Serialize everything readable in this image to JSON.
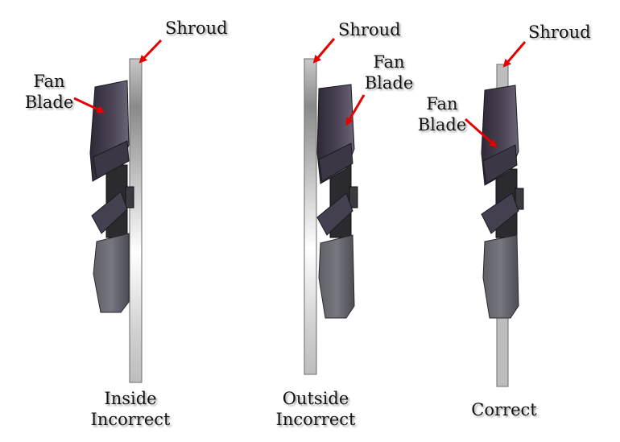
{
  "colors": {
    "arrow": "#e60000",
    "shroud_fill": "#bdbdbd",
    "shroud_edge": "#555555",
    "blade_dark": "#3a3344",
    "blade_mid": "#5a5366",
    "blade_light": "#8b8494"
  },
  "panels": [
    {
      "id": "inside-incorrect",
      "shroud_label": "Shroud",
      "blade_label_line1": "Fan",
      "blade_label_line2": "Blade",
      "caption_line1": "Inside",
      "caption_line2": "Incorrect"
    },
    {
      "id": "outside-incorrect",
      "shroud_label": "Shroud",
      "blade_label_line1": "Fan",
      "blade_label_line2": "Blade",
      "caption_line1": "Outside",
      "caption_line2": "Incorrect"
    },
    {
      "id": "correct",
      "shroud_label": "Shroud",
      "blade_label_line1": "Fan",
      "blade_label_line2": "Blade",
      "caption_line1": "Correct",
      "caption_line2": ""
    }
  ]
}
